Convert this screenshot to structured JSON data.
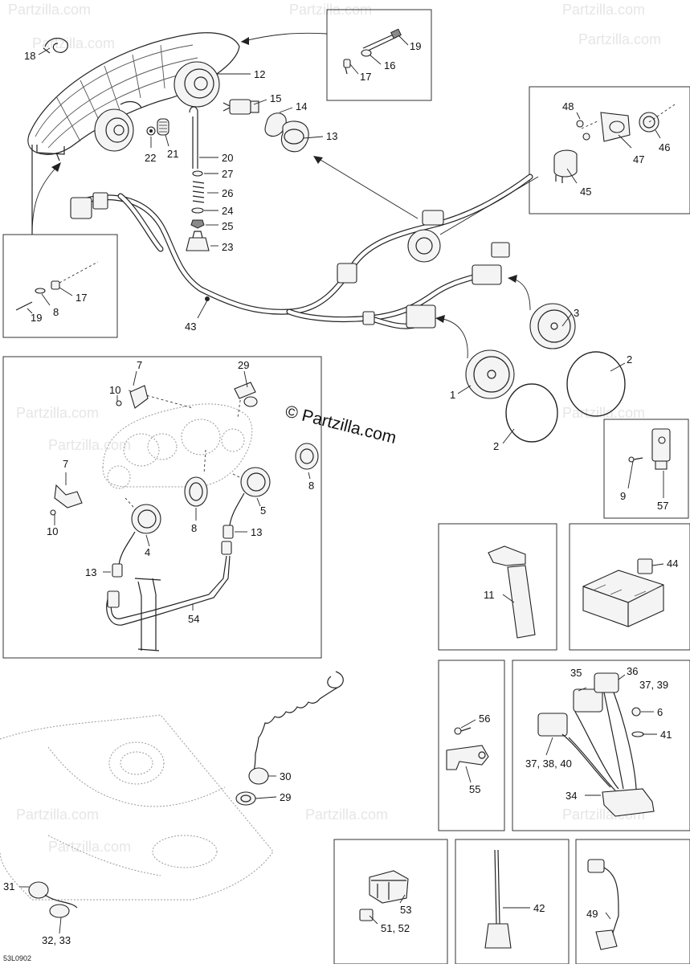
{
  "diagram_code": "53L0902",
  "watermark": "Partzilla.com",
  "watermark_main": "© Partzilla.com",
  "labels": {
    "l18": "18",
    "l12": "12",
    "l19a": "19",
    "l16": "16",
    "l17a": "17",
    "l15": "15",
    "l14": "14",
    "l13a": "13",
    "l22": "22",
    "l21": "21",
    "l20": "20",
    "l27": "27",
    "l26": "26",
    "l24": "24",
    "l25": "25",
    "l23": "23",
    "l48": "48",
    "l46": "46",
    "l47": "47",
    "l45": "45",
    "l17b": "17",
    "l8a": "8",
    "l19b": "19",
    "l43": "43",
    "l3": "3",
    "l2a": "2",
    "l1": "1",
    "l2b": "2",
    "l7a": "7",
    "l29a": "29",
    "l10a": "10",
    "l7b": "7",
    "l10b": "10",
    "l8b": "8",
    "l5": "5",
    "l8c": "8",
    "l13b": "13",
    "l4": "4",
    "l13c": "13",
    "l54": "54",
    "l9": "9",
    "l57": "57",
    "l11": "11",
    "l44": "44",
    "l35": "35",
    "l36": "36",
    "l3739": "37, 39",
    "l6": "6",
    "l41": "41",
    "l373840": "37, 38, 40",
    "l34": "34",
    "l56": "56",
    "l55": "55",
    "l30": "30",
    "l29b": "29",
    "l31": "31",
    "l3233": "32, 33",
    "l53": "53",
    "l5152": "51, 52",
    "l42": "42",
    "l49": "49"
  }
}
